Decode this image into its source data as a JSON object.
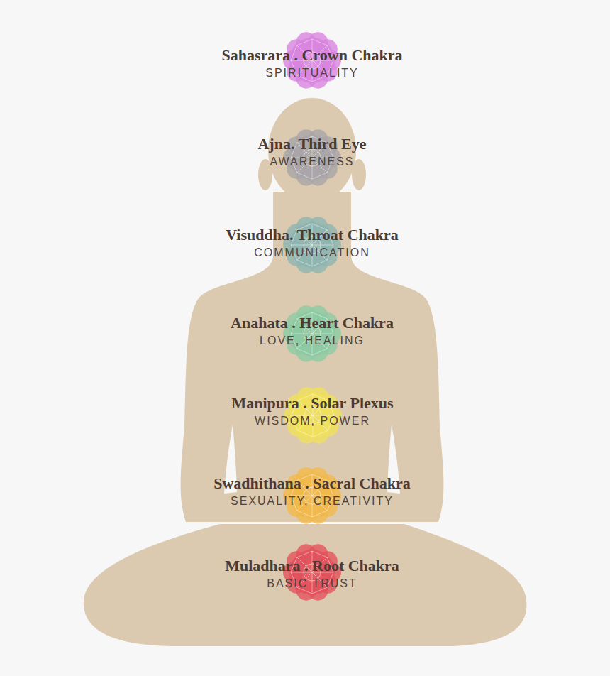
{
  "diagram": {
    "nodes": [
      {
        "text": [
          "Sahasrara . Crown Chakra",
          "SPIRITUALITY"
        ]
      },
      {
        "text": [
          "Ajna. Third Eye",
          "AWARENESS"
        ]
      },
      {
        "text": [
          "Visuddha. Throat Chakra",
          "COMMUNICATION"
        ]
      },
      {
        "text": [
          "Anahata . Heart Chakra",
          "LOVE, HEALING"
        ]
      },
      {
        "text": [
          "Manipura . Solar Plexus",
          "WISDOM, POWER"
        ]
      },
      {
        "text": [
          "Swadhithana . Sacral Chakra",
          "SEXUALITY, CREATIVITY"
        ]
      },
      {
        "text": [
          "Muladhara . Root Chakra",
          "BASIC TRUST"
        ]
      }
    ]
  }
}
